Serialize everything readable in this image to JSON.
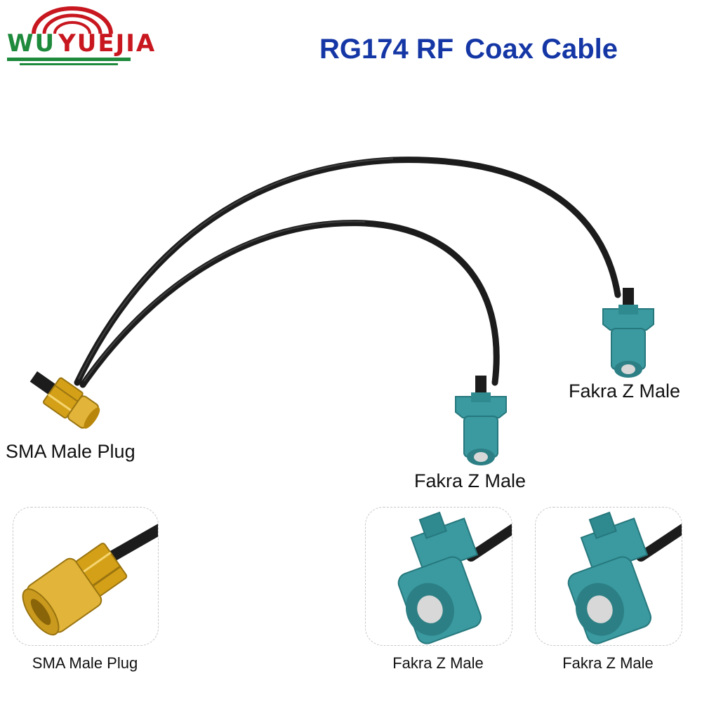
{
  "brand": {
    "logo_prefix": "WU",
    "logo_name": "YUEJIA",
    "colors": {
      "logo_green": "#1e8a3c",
      "logo_red": "#c8171f",
      "title_blue": "#1537a6"
    }
  },
  "title": {
    "part1": "RG174 RF",
    "part2": "Coax Cable"
  },
  "labels": {
    "sma_main": "SMA Male Plug",
    "fakra_upper": "Fakra Z Male",
    "fakra_lower": "Fakra Z Male"
  },
  "detail_cards": [
    {
      "caption": "SMA Male Plug"
    },
    {
      "caption": "Fakra Z Male"
    },
    {
      "caption": "Fakra Z Male"
    }
  ],
  "colors": {
    "cable": "#1c1c1c",
    "fakra_teal": "#3a9aa0",
    "sma_gold": "#d4a017"
  }
}
